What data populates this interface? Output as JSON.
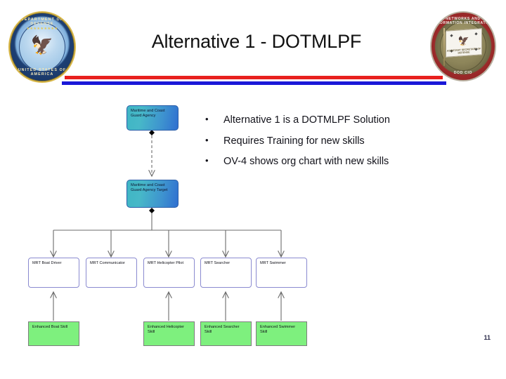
{
  "slide": {
    "title": "Alternative 1 - DOTMLPF",
    "page_number": "11"
  },
  "header": {
    "left_seal": {
      "name": "department-of-defense-seal",
      "ring_top": "DEPARTMENT OF DEFENSE",
      "ring_bottom": "UNITED STATES OF AMERICA",
      "stars": "★★★★★★★★★",
      "emblem": "🦅"
    },
    "right_seal": {
      "name": "dod-cio-nii-seal",
      "ring_top": "NETWORKS AND INFORMATION INTEGRATION",
      "ring_bottom": "DOD CIO",
      "flag_caption": "ASSISTANT SECRETARY OF DEFENSE",
      "emblem": "🦅"
    },
    "rule_red_color": "#e8201e",
    "rule_blue_color": "#1a18d8"
  },
  "bullets": [
    {
      "marker": "•",
      "text": "Alternative 1 is a DOTMLPF Solution"
    },
    {
      "marker": "•",
      "text": "Requires Training for new skills"
    },
    {
      "marker": "•",
      "text": "OV-4 shows org chart with new skills"
    }
  ],
  "org_chart": {
    "source_node": {
      "label": "Maritime and Coast Guard Agency"
    },
    "target_node": {
      "label": "Maritime and Coast Guard Agency Target"
    },
    "roles": [
      {
        "label": "MRT Boat Driver"
      },
      {
        "label": "MRT Communicator"
      },
      {
        "label": "MRT Helicopter Pilot"
      },
      {
        "label": "MRT Searcher"
      },
      {
        "label": "MRT Swimmer"
      }
    ],
    "skills": [
      {
        "label": "Enhanced Boat Skill"
      },
      {
        "label": "Enhanced Helicopter Skill"
      },
      {
        "label": "Enhanced Searcher Skill"
      },
      {
        "label": "Enhanced Swimmer Skill"
      }
    ],
    "colors": {
      "node_blue_start": "#3fb6c4",
      "node_blue_end": "#2f6fd0",
      "node_green": "#7ef07e",
      "node_white_border": "#8a8ad0",
      "connector": "#6b6b6b"
    }
  }
}
